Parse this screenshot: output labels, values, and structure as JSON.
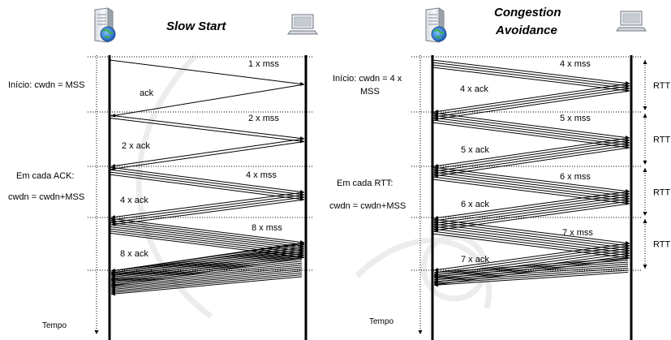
{
  "titles": {
    "slow_start": "Slow Start",
    "congestion_line1": "Congestion",
    "congestion_line2": "Avoidance"
  },
  "slow_start": {
    "left_notes": {
      "inicio": "Início: cwdn = MSS",
      "em_cada": "Em cada  ACK:",
      "formula": "cwdn = cwdn+MSS"
    },
    "rounds": [
      {
        "segments": 1,
        "mss_label": "1 x mss",
        "ack_label": "ack"
      },
      {
        "segments": 2,
        "mss_label": "2 x mss",
        "ack_label": "2 x ack"
      },
      {
        "segments": 4,
        "mss_label": "4 x mss",
        "ack_label": "4 x ack"
      },
      {
        "segments": 8,
        "mss_label": "8 x mss",
        "ack_label": "8 x ack"
      }
    ],
    "time_label": "Tempo"
  },
  "congestion_avoidance": {
    "notes": {
      "inicio": "Início: cwdn = 4 x",
      "inicio2": "MSS",
      "em_cada": "Em cada  RTT:",
      "formula": "cwdn = cwdn+MSS"
    },
    "rounds": [
      {
        "segments": 4,
        "mss_label": "4 x mss",
        "ack_label": "4 x ack"
      },
      {
        "segments": 5,
        "mss_label": "5 x mss",
        "ack_label": "5 x ack"
      },
      {
        "segments": 6,
        "mss_label": "6 x mss",
        "ack_label": "6 x ack"
      },
      {
        "segments": 7,
        "mss_label": "7 x mss",
        "ack_label": "7 x ack"
      }
    ],
    "rtt_label": "RTT",
    "time_label": "Tempo"
  },
  "icons": [
    "server-globe-icon",
    "laptop-icon",
    "server-globe-icon",
    "laptop-icon"
  ]
}
